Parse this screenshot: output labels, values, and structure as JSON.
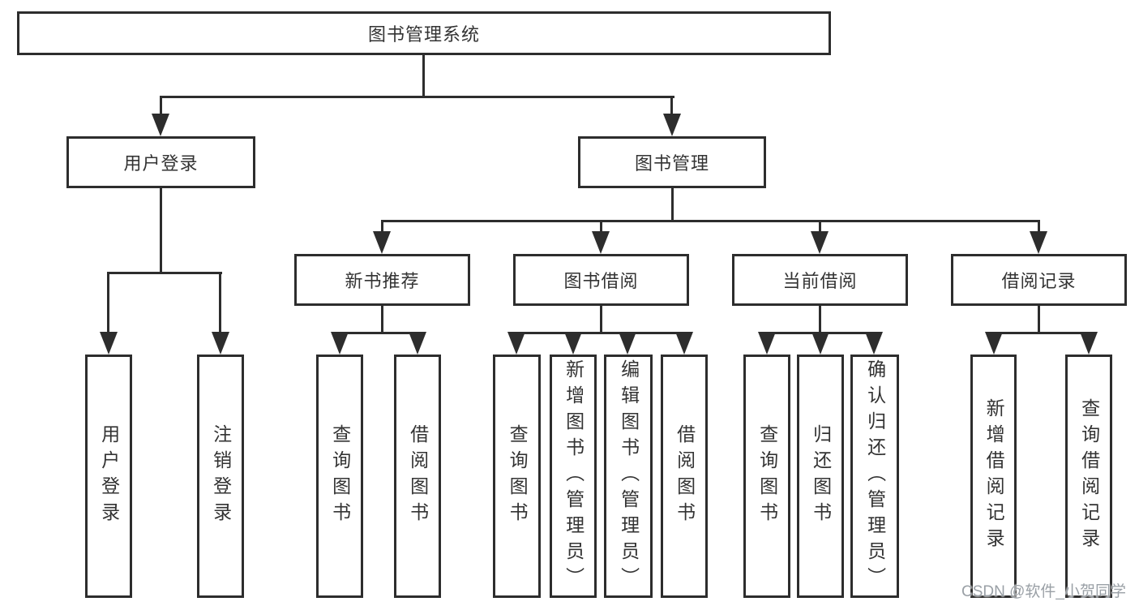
{
  "nodes": {
    "root": {
      "label": "图书管理系统"
    },
    "user_login": {
      "label": "用户登录"
    },
    "book_mgmt": {
      "label": "图书管理"
    },
    "new_book_rec": {
      "label": "新书推荐"
    },
    "book_borrow": {
      "label": "图书借阅"
    },
    "current_borrow": {
      "label": "当前借阅"
    },
    "borrow_records": {
      "label": "借阅记录"
    },
    "login_leaf": {
      "label": "用户登录"
    },
    "logout_leaf": {
      "label": "注销登录"
    },
    "rec_query_leaf": {
      "label": "查询图书"
    },
    "rec_borrow_leaf": {
      "label": "借阅图书"
    },
    "bb_query_leaf": {
      "label": "查询图书"
    },
    "bb_add_leaf": {
      "label": "新增图书（管理员）"
    },
    "bb_edit_leaf": {
      "label": "编辑图书（管理员）"
    },
    "bb_borrow_leaf": {
      "label": "借阅图书"
    },
    "cb_query_leaf": {
      "label": "查询图书"
    },
    "cb_return_leaf": {
      "label": "归还图书"
    },
    "cb_confirm_leaf": {
      "label": "确认归还（管理员）"
    },
    "br_add_leaf": {
      "label": "新增借阅记录"
    },
    "br_query_leaf": {
      "label": "查询借阅记录"
    }
  },
  "watermark": {
    "text": "CSDN @软件_小贺同学"
  },
  "colors": {
    "line": "#2d2d2d",
    "text": "#333333",
    "watermark": "#9aa0a6",
    "background": "#ffffff"
  }
}
